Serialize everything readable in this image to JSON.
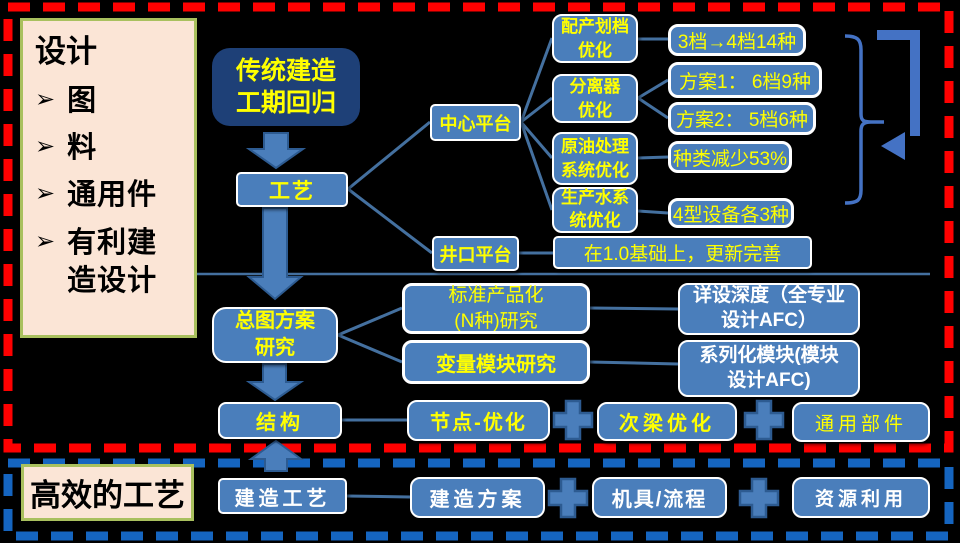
{
  "design_panel": {
    "title": "设计",
    "bullet": "➢",
    "items": [
      "图",
      "料",
      "通用件",
      "有利建造设计"
    ]
  },
  "top_flow": {
    "origin": "传统建造\n工期回归",
    "process": "工艺",
    "platforms": [
      "中心平台",
      "井口平台"
    ],
    "center_optimizations": [
      "配产划档\n优化",
      "分离器\n优化",
      "原油处理\n系统优化",
      "生产水系\n统优化"
    ],
    "results": [
      "3档→4档14种",
      "方案1： 6档9种",
      "方案2： 5档6种",
      "种类减少53%",
      "4型设备各3种"
    ],
    "wellhead_result": "在1.0基础上，更新完善"
  },
  "middle_flow": {
    "master_plan": "总图方案\n研究",
    "standard_product": "标准产品化\n(N种)研究",
    "variable_module": "变量模块研究",
    "detail_depth": "详设深度（全专业\n设计AFC）",
    "series_module": "系列化模块(模块\n设计AFC)"
  },
  "structure_row": {
    "structure": "结构",
    "items": [
      "节点-优化",
      "次梁优化",
      "通用部件"
    ]
  },
  "bottom_flow": {
    "panel_title": "高效的工艺",
    "lead": "建造工艺",
    "items": [
      "建造方案",
      "机具/流程",
      "资源利用"
    ]
  },
  "icons": {
    "plus": "＋",
    "bullet_arrow": "➢"
  },
  "palette": {
    "box_blue": "#4a7ebb",
    "navy": "#1e4077",
    "text_yellow": "#ffff00",
    "frame_red": "#ff0000",
    "frame_blue": "#1565c0",
    "panel_cream": "#fbe5d6",
    "panel_green_border": "#a9c05e",
    "connector_blue": "#44709f",
    "bracket_blue": "#4472c4"
  }
}
